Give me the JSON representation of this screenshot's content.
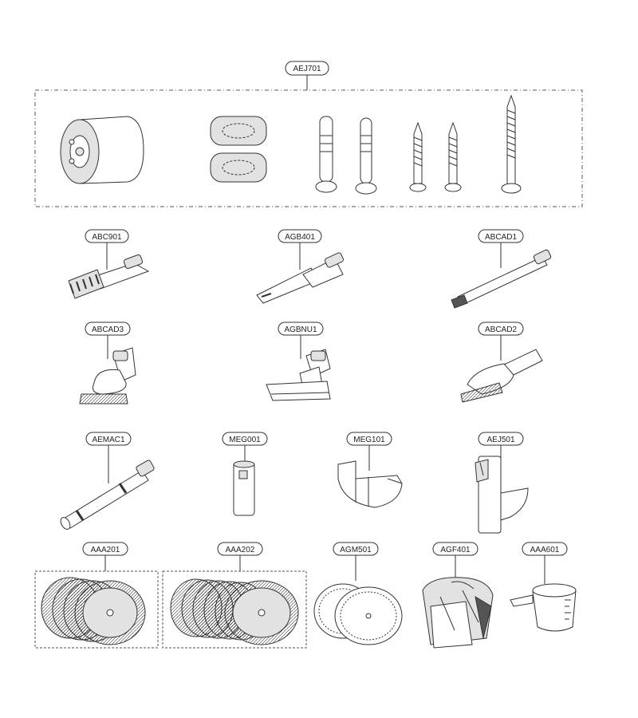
{
  "callouts": {
    "aej701": "AEJ701",
    "abc901": "ABC901",
    "agb401": "AGB401",
    "abcad1": "ABCAD1",
    "abcad3": "ABCAD3",
    "agbnu1": "AGBNU1",
    "abcad2": "ABCAD2",
    "aemac1": "AEMAC1",
    "meg001": "MEG001",
    "meg101": "MEG101",
    "aej501": "AEJ501",
    "aaa201": "AAA201",
    "aaa202": "AAA202",
    "agm501": "AGM501",
    "agf401": "AGF401",
    "aaa601": "AAA601"
  }
}
